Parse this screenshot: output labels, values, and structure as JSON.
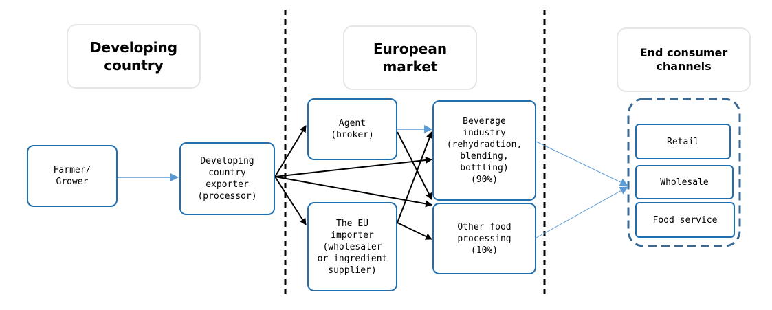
{
  "headers": {
    "developing": "Developing\ncountry",
    "european": "European\nmarket",
    "consumer": "End consumer\nchannels"
  },
  "nodes": {
    "farmer": "Farmer/\nGrower",
    "exporter": "Developing\ncountry\nexporter\n(processor)",
    "agent": "Agent\n(broker)",
    "importer": "The EU\nimporter\n(wholesaler\nor ingredient\nsupplier)",
    "beverage": "Beverage\nindustry\n(rehydradtion,\nblending,\nbottling)\n(90%)",
    "other_food": "Other food\nprocessing\n(10%)"
  },
  "channels": {
    "retail": "Retail",
    "wholesale": "Wholesale",
    "food_service": "Food service"
  },
  "colors": {
    "node_border": "#1f6fb0",
    "header_border": "#e6e6e6",
    "group_border": "#3a6a94",
    "arrow_black": "#000000",
    "arrow_blue": "#5b9bd5"
  }
}
